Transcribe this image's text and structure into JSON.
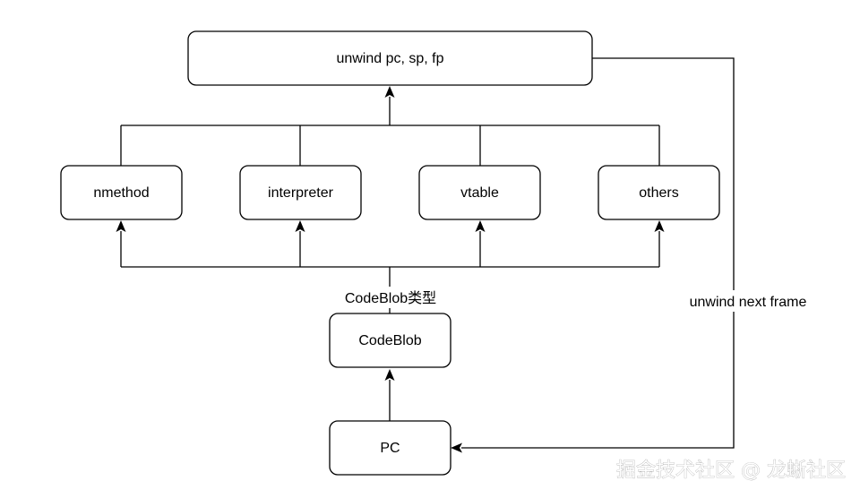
{
  "nodes": {
    "unwind": "unwind pc, sp, fp",
    "nmethod": "nmethod",
    "interpreter": "interpreter",
    "vtable": "vtable",
    "others": "others",
    "codeblob": "CodeBlob",
    "pc": "PC"
  },
  "edge_labels": {
    "codeblob_type": "CodeBlob类型",
    "unwind_next_frame": "unwind next frame"
  },
  "watermark": "掘金技术社区 @ 龙蜥社区"
}
